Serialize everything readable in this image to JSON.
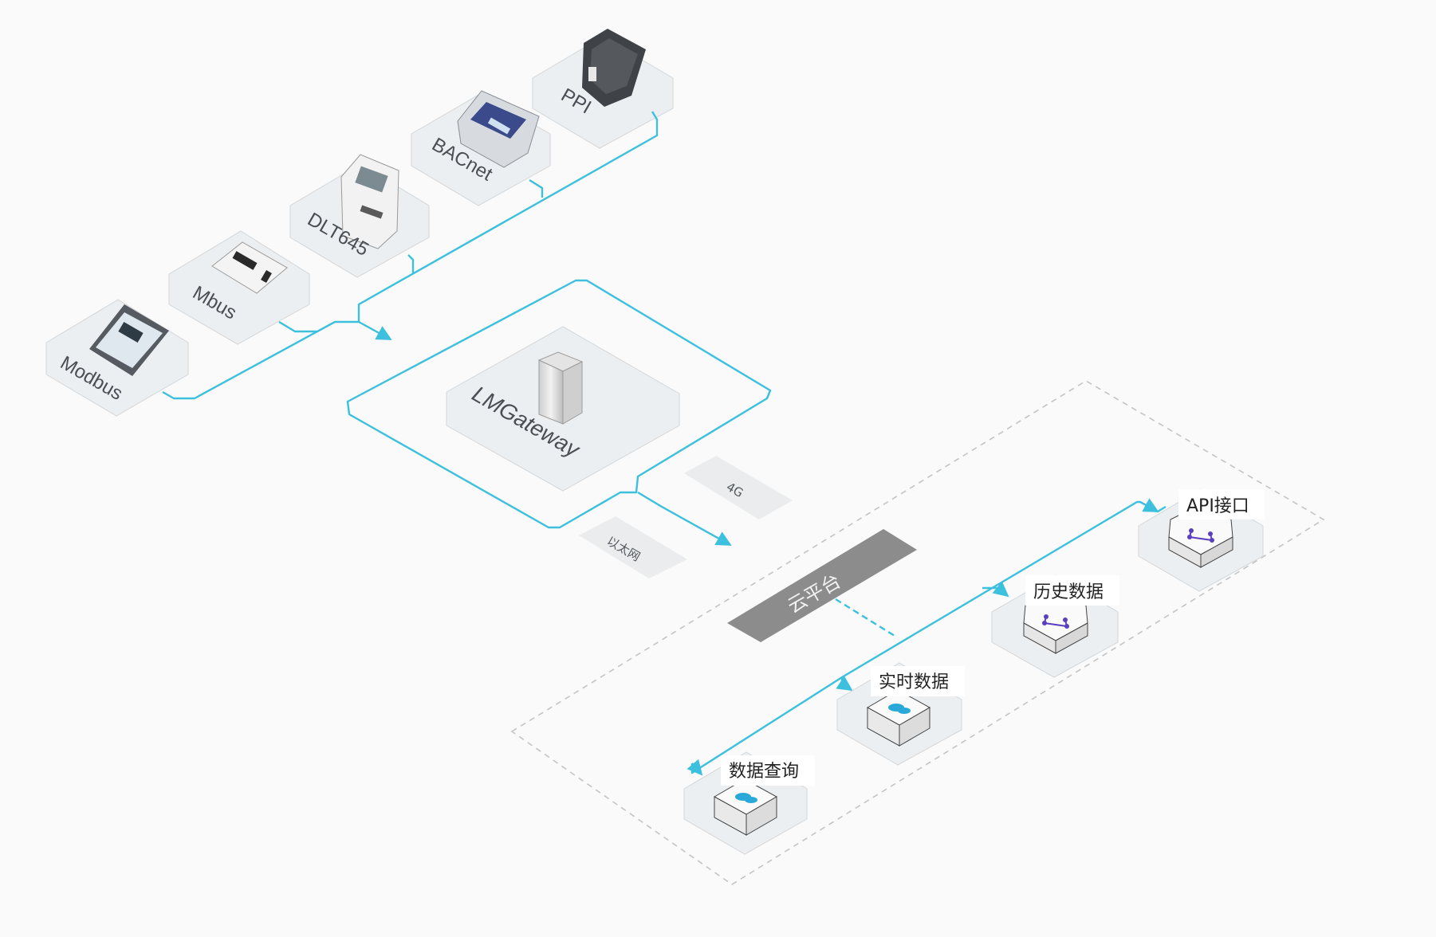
{
  "devices": [
    {
      "name": "modbus",
      "label": "Modbus"
    },
    {
      "name": "mbus",
      "label": "Mbus"
    },
    {
      "name": "dlt645",
      "label": "DLT645"
    },
    {
      "name": "bacnet",
      "label": "BACnet"
    },
    {
      "name": "ppi",
      "label": "PPI"
    }
  ],
  "gateway": {
    "label": "LMGateway"
  },
  "links": {
    "cellular": "4G",
    "ethernet": "以太网"
  },
  "cloud": {
    "label": "云平台"
  },
  "services": [
    {
      "name": "data-query",
      "label": "数据查询",
      "icon": "cloud-data-icon"
    },
    {
      "name": "realtime-data",
      "label": "实时数据",
      "icon": "cloud-data-icon"
    },
    {
      "name": "history-data",
      "label": "历史数据",
      "icon": "network-link-icon"
    },
    {
      "name": "api",
      "label": "API接口",
      "icon": "network-link-icon"
    }
  ],
  "colors": {
    "flow": "#3cc0de",
    "accent_blue": "#2aa9d8",
    "accent_purple": "#5a3fc0",
    "tile": "#eceff1",
    "cloud_bar": "#8c8c8c"
  }
}
